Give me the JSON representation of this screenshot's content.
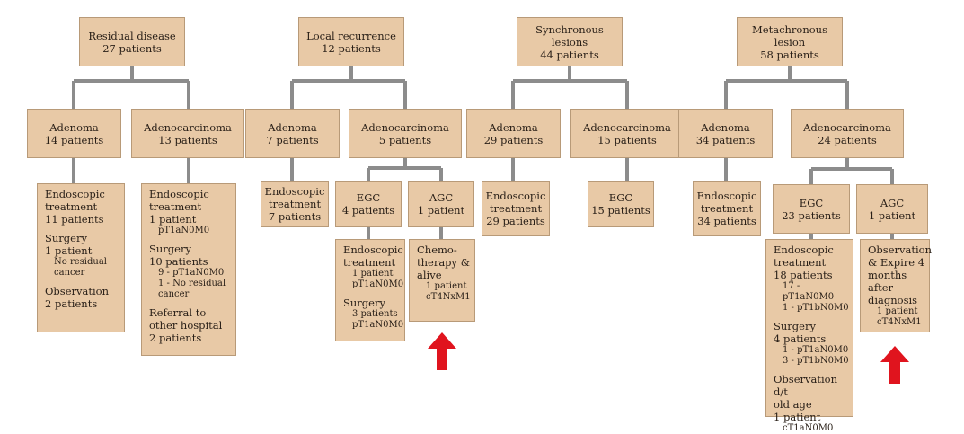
{
  "colors": {
    "box_fill": "#e8c9a6",
    "connector": "#8c8c8c",
    "arrow": "#e0141e"
  },
  "top": [
    {
      "lines": [
        "Residual disease",
        "27 patients"
      ]
    },
    {
      "lines": [
        "Local recurrence",
        "12 patients"
      ]
    },
    {
      "lines": [
        "Synchronous",
        "lesions",
        "44 patients"
      ]
    },
    {
      "lines": [
        "Metachronous",
        "lesion",
        "58 patients"
      ]
    }
  ],
  "mid": [
    {
      "lines": [
        "Adenoma",
        "14 patients"
      ]
    },
    {
      "lines": [
        "Adenocarcinoma",
        "13 patients"
      ]
    },
    {
      "lines": [
        "Adenoma",
        "7 patients"
      ]
    },
    {
      "lines": [
        "Adenocarcinoma",
        "5 patients"
      ]
    },
    {
      "lines": [
        "Adenoma",
        "29 patients"
      ]
    },
    {
      "lines": [
        "Adenocarcinoma",
        "15 patients"
      ]
    },
    {
      "lines": [
        "Adenoma",
        "34 patients"
      ]
    },
    {
      "lines": [
        "Adenocarcinoma",
        "24 patients"
      ]
    }
  ],
  "third": {
    "residual_adenoma": {
      "items": [
        {
          "t": "Endoscopic"
        },
        {
          "t": "treatment"
        },
        {
          "t": "11 patients"
        },
        {
          "gap": true
        },
        {
          "t": "Surgery"
        },
        {
          "t": "1 patient"
        },
        {
          "s": "No residual"
        },
        {
          "s": "cancer"
        },
        {
          "gap": true
        },
        {
          "t": "Observation"
        },
        {
          "t": "2 patients"
        }
      ]
    },
    "residual_adenocarcinoma": {
      "items": [
        {
          "t": "Endoscopic"
        },
        {
          "t": "treatment"
        },
        {
          "t": "1 patient"
        },
        {
          "s": "pT1aN0M0"
        },
        {
          "gap": true
        },
        {
          "t": "Surgery"
        },
        {
          "t": "10 patients"
        },
        {
          "s": "9 - pT1aN0M0"
        },
        {
          "s": "1 - No residual"
        },
        {
          "s": "cancer"
        },
        {
          "gap": true
        },
        {
          "t": "Referral to"
        },
        {
          "t": "other hospital"
        },
        {
          "t": "2 patients"
        }
      ]
    },
    "local_adenoma": {
      "lines": [
        "Endoscopic",
        "treatment",
        "7 patients"
      ]
    },
    "local_egc": {
      "lines": [
        "EGC",
        "4 patients"
      ]
    },
    "local_agc": {
      "lines": [
        "AGC",
        "1 patient"
      ]
    },
    "sync_adenoma": {
      "lines": [
        "Endoscopic",
        "treatment",
        "29 patients"
      ]
    },
    "sync_egc": {
      "lines": [
        "EGC",
        "15 patients"
      ]
    },
    "meta_adenoma": {
      "lines": [
        "Endoscopic",
        "treatment",
        "34 patients"
      ]
    },
    "meta_egc": {
      "lines": [
        "EGC",
        "23 patients"
      ]
    },
    "meta_agc": {
      "lines": [
        "AGC",
        "1 patient"
      ]
    }
  },
  "fourth": {
    "local_egc_treat": {
      "items": [
        {
          "t": "Endoscopic"
        },
        {
          "t": "treatment"
        },
        {
          "s": "1 patient"
        },
        {
          "s": "pT1aN0M0"
        },
        {
          "gap": true
        },
        {
          "t": "Surgery"
        },
        {
          "s": "3 patients"
        },
        {
          "s": "pT1aN0M0"
        }
      ]
    },
    "local_agc_treat": {
      "items": [
        {
          "t": "Chemo-"
        },
        {
          "t": "therapy &"
        },
        {
          "t": "alive"
        },
        {
          "s": "1 patient"
        },
        {
          "s": "cT4NxM1"
        }
      ]
    },
    "meta_egc_treat": {
      "items": [
        {
          "t": "Endoscopic"
        },
        {
          "t": "treatment"
        },
        {
          "t": "18 patients"
        },
        {
          "s": "17 - pT1aN0M0"
        },
        {
          "s": "1 - pT1bN0M0"
        },
        {
          "gap": true
        },
        {
          "t": "Surgery"
        },
        {
          "t": "4 patients"
        },
        {
          "s": "1 - pT1aN0M0"
        },
        {
          "s": "3 - pT1bN0M0"
        },
        {
          "gap": true
        },
        {
          "t": "Observation d/t"
        },
        {
          "t": "old age"
        },
        {
          "t": "1 patient"
        },
        {
          "s": "cT1aN0M0"
        }
      ]
    },
    "meta_agc_treat": {
      "items": [
        {
          "t": "Observation"
        },
        {
          "t": "& Expire 4"
        },
        {
          "t": "months after"
        },
        {
          "t": "diagnosis"
        },
        {
          "s": "1 patient"
        },
        {
          "s": "cT4NxM1"
        }
      ]
    }
  }
}
